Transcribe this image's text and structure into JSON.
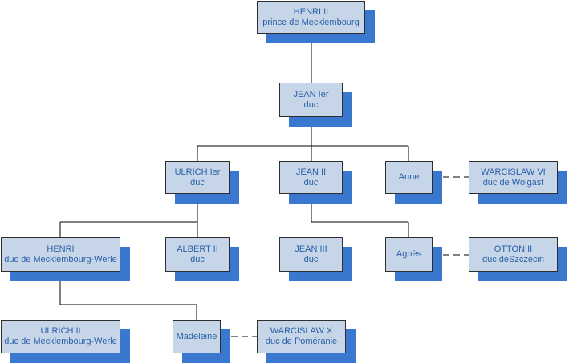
{
  "nodes": {
    "henri_ii": {
      "line1": "HENRI II",
      "line2": "prince de Mecklembourg"
    },
    "jean_ier": {
      "line1": "JEAN Ier",
      "line2": "duc"
    },
    "ulrich_ier": {
      "line1": "ULRICH Ier",
      "line2": "duc"
    },
    "jean_ii": {
      "line1": "JEAN II",
      "line2": "duc"
    },
    "anne": {
      "line1": "Anne"
    },
    "warcislaw_vi": {
      "line1": "WARCISLAW VI",
      "line2": "duc de Wolgast"
    },
    "henri": {
      "line1": "HENRI",
      "line2": "duc de Mecklembourg-Werle"
    },
    "albert_ii": {
      "line1": "ALBERT II",
      "line2": "duc"
    },
    "jean_iii": {
      "line1": "JEAN III",
      "line2": "duc"
    },
    "agnes": {
      "line1": "Agnès"
    },
    "otton_ii": {
      "line1": "OTTON II",
      "line2": "duc deSzczecin"
    },
    "ulrich_ii": {
      "line1": "ULRICH II",
      "line2": "duc de Mecklembourg-Werle"
    },
    "madeleine": {
      "line1": "Madeleine"
    },
    "warcislaw_x": {
      "line1": "WARCISLAW X",
      "line2": "duc de Poméranie"
    }
  }
}
